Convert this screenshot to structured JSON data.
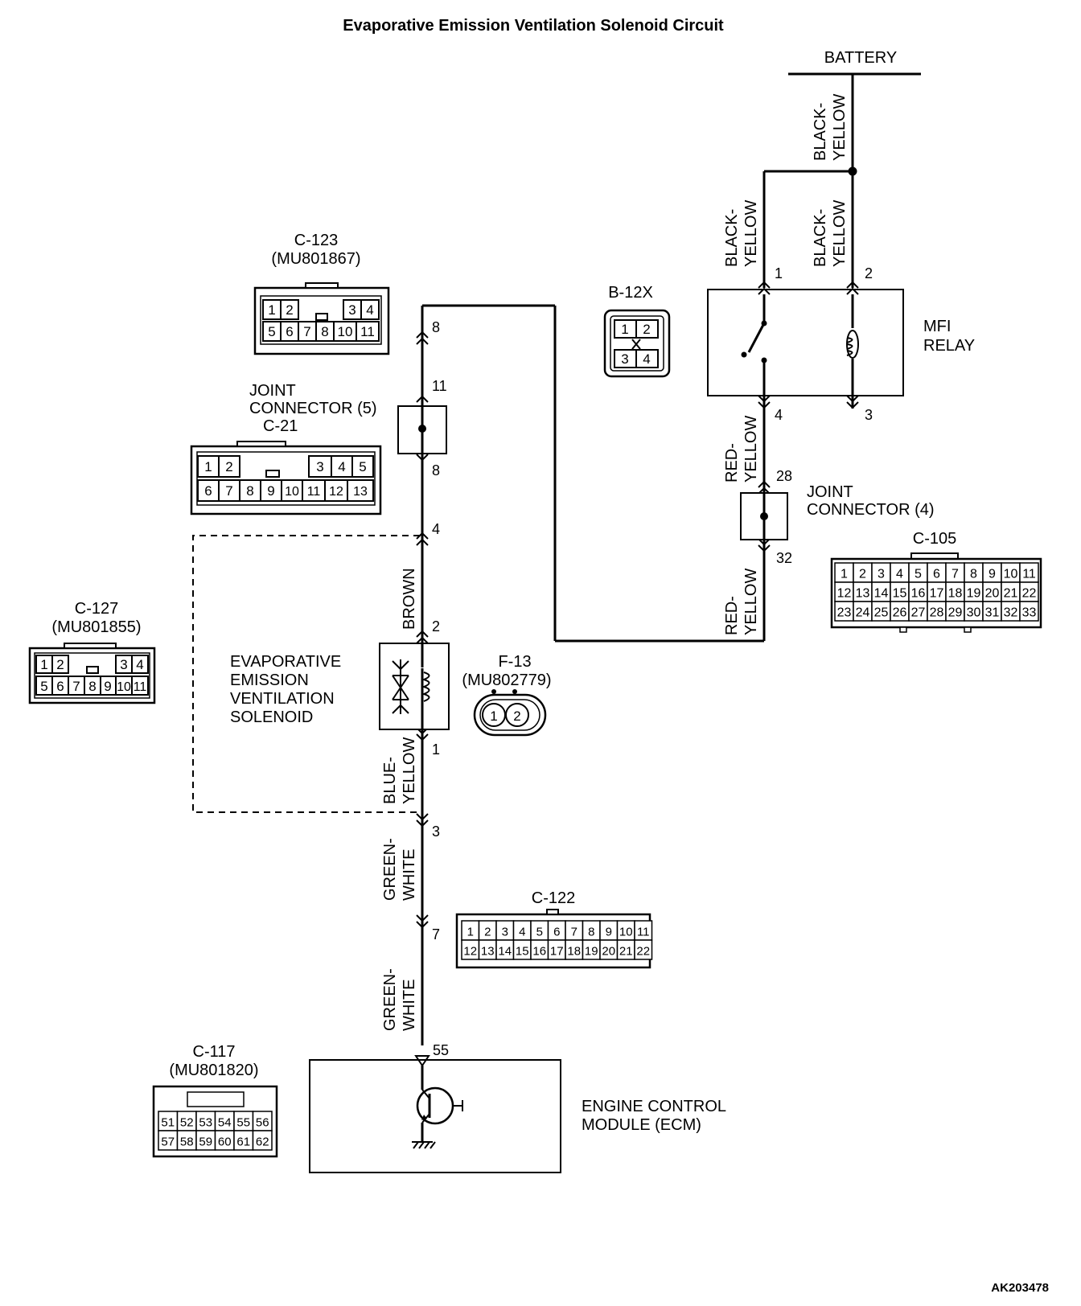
{
  "title": "Evaporative Emission Ventilation Solenoid Circuit",
  "figure_code": "AK203478",
  "battery": {
    "label": "BATTERY"
  },
  "wires": {
    "battery_to_junction": {
      "line1": "BLACK-",
      "line2": "YELLOW"
    },
    "relay_pin1": {
      "line1": "BLACK-",
      "line2": "YELLOW"
    },
    "relay_pin2": {
      "line1": "BLACK-",
      "line2": "YELLOW"
    },
    "relay_to_joint4": {
      "line1": "RED-",
      "line2": "YELLOW"
    },
    "joint4_down": {
      "line1": "RED-",
      "line2": "YELLOW"
    },
    "joint5_to_solenoid": {
      "line1": "BROWN"
    },
    "solenoid_to_c127": {
      "line1": "BLUE-",
      "line2": "YELLOW"
    },
    "c127_to_c122": {
      "line1": "GREEN-",
      "line2": "WHITE"
    },
    "c122_to_ecm": {
      "line1": "GREEN-",
      "line2": "WHITE"
    }
  },
  "mfi_relay": {
    "line1": "MFI",
    "line2": "RELAY",
    "pins": [
      "1",
      "2",
      "4",
      "3"
    ]
  },
  "joint_connector_4": {
    "line1": "JOINT",
    "line2": "CONNECTOR (4)",
    "pins": [
      "28",
      "32"
    ]
  },
  "joint_connector_5": {
    "line1": "JOINT",
    "line2": "CONNECTOR (5)",
    "code": "C-21",
    "pins": [
      "11",
      "8"
    ]
  },
  "c123_pin": "8",
  "c127_pins": [
    "4",
    "3"
  ],
  "c122_pin": "7",
  "solenoid": {
    "lines": [
      "EVAPORATIVE",
      "EMISSION",
      "VENTILATION",
      "SOLENOID"
    ],
    "pins": [
      "2",
      "1"
    ]
  },
  "ecm": {
    "line1": "ENGINE CONTROL",
    "line2": "MODULE (ECM)",
    "pin": "55"
  },
  "connectors": {
    "c123": {
      "code": "C-123",
      "part": "(MU801867)",
      "row1": [
        "1",
        "2",
        "",
        "",
        "3",
        "4"
      ],
      "row2": [
        "5",
        "6",
        "7",
        "8",
        "10",
        "11"
      ]
    },
    "b12x": {
      "code": "B-12X",
      "row1": [
        "1",
        "2"
      ],
      "row2": [
        "3",
        "4"
      ]
    },
    "c21": {
      "row1": [
        "1",
        "2",
        "",
        "",
        "",
        "3",
        "4",
        "5"
      ],
      "row2": [
        "6",
        "7",
        "8",
        "9",
        "10",
        "11",
        "12",
        "13"
      ]
    },
    "c105": {
      "code": "C-105",
      "row1": [
        "1",
        "2",
        "3",
        "4",
        "5",
        "6",
        "7",
        "8",
        "9",
        "10",
        "11"
      ],
      "row2": [
        "12",
        "13",
        "14",
        "15",
        "16",
        "17",
        "18",
        "19",
        "20",
        "21",
        "22"
      ],
      "row3": [
        "23",
        "24",
        "25",
        "26",
        "27",
        "28",
        "29",
        "30",
        "31",
        "32",
        "33"
      ]
    },
    "c127": {
      "code": "C-127",
      "part": "(MU801855)",
      "row1": [
        "1",
        "2",
        "",
        "",
        "3",
        "4"
      ],
      "row2": [
        "5",
        "6",
        "7",
        "8",
        "9",
        "10",
        "11"
      ]
    },
    "f13": {
      "code": "F-13",
      "part": "(MU802779)",
      "pins": [
        "1",
        "2"
      ]
    },
    "c122": {
      "code": "C-122",
      "row1": [
        "1",
        "2",
        "3",
        "4",
        "5",
        "6",
        "7",
        "8",
        "9",
        "10",
        "11"
      ],
      "row2": [
        "12",
        "13",
        "14",
        "15",
        "16",
        "17",
        "18",
        "19",
        "20",
        "21",
        "22"
      ]
    },
    "c117": {
      "code": "C-117",
      "part": "(MU801820)",
      "row1": [
        "51",
        "52",
        "53",
        "54",
        "55",
        "56"
      ],
      "row2": [
        "57",
        "58",
        "59",
        "60",
        "61",
        "62"
      ]
    }
  }
}
